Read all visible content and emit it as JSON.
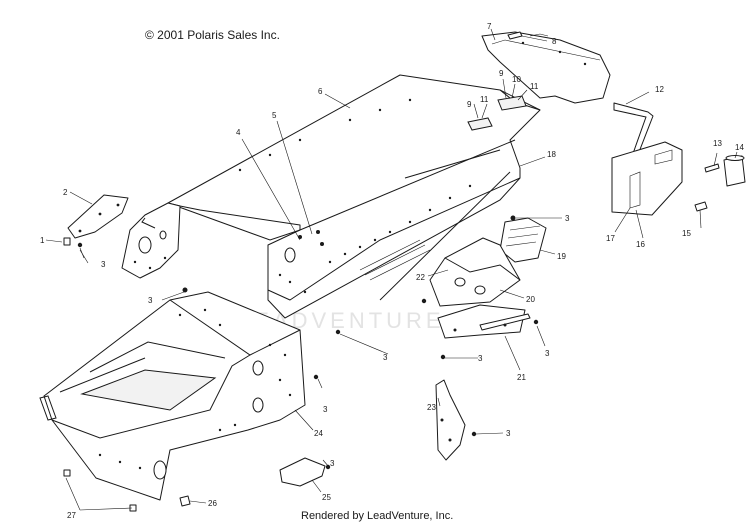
{
  "header": {
    "copyright": "© 2001 Polaris Sales Inc."
  },
  "footer": {
    "rendered_by": "Rendered by LeadVenture, Inc."
  },
  "watermark": {
    "text": "LEADVENTURE"
  },
  "callouts": {
    "c1": "1",
    "c2": "2",
    "c3": "3",
    "c4": "4",
    "c5": "5",
    "c6": "6",
    "c7": "7",
    "c8": "8",
    "c9": "9",
    "c10": "10",
    "c11": "11",
    "c12": "12",
    "c13": "13",
    "c14": "14",
    "c15": "15",
    "c16": "16",
    "c17": "17",
    "c18": "18",
    "c19": "19",
    "c20": "20",
    "c21": "21",
    "c22": "22",
    "c23": "23",
    "c24": "24",
    "c25": "25",
    "c26": "26",
    "c27": "27"
  }
}
